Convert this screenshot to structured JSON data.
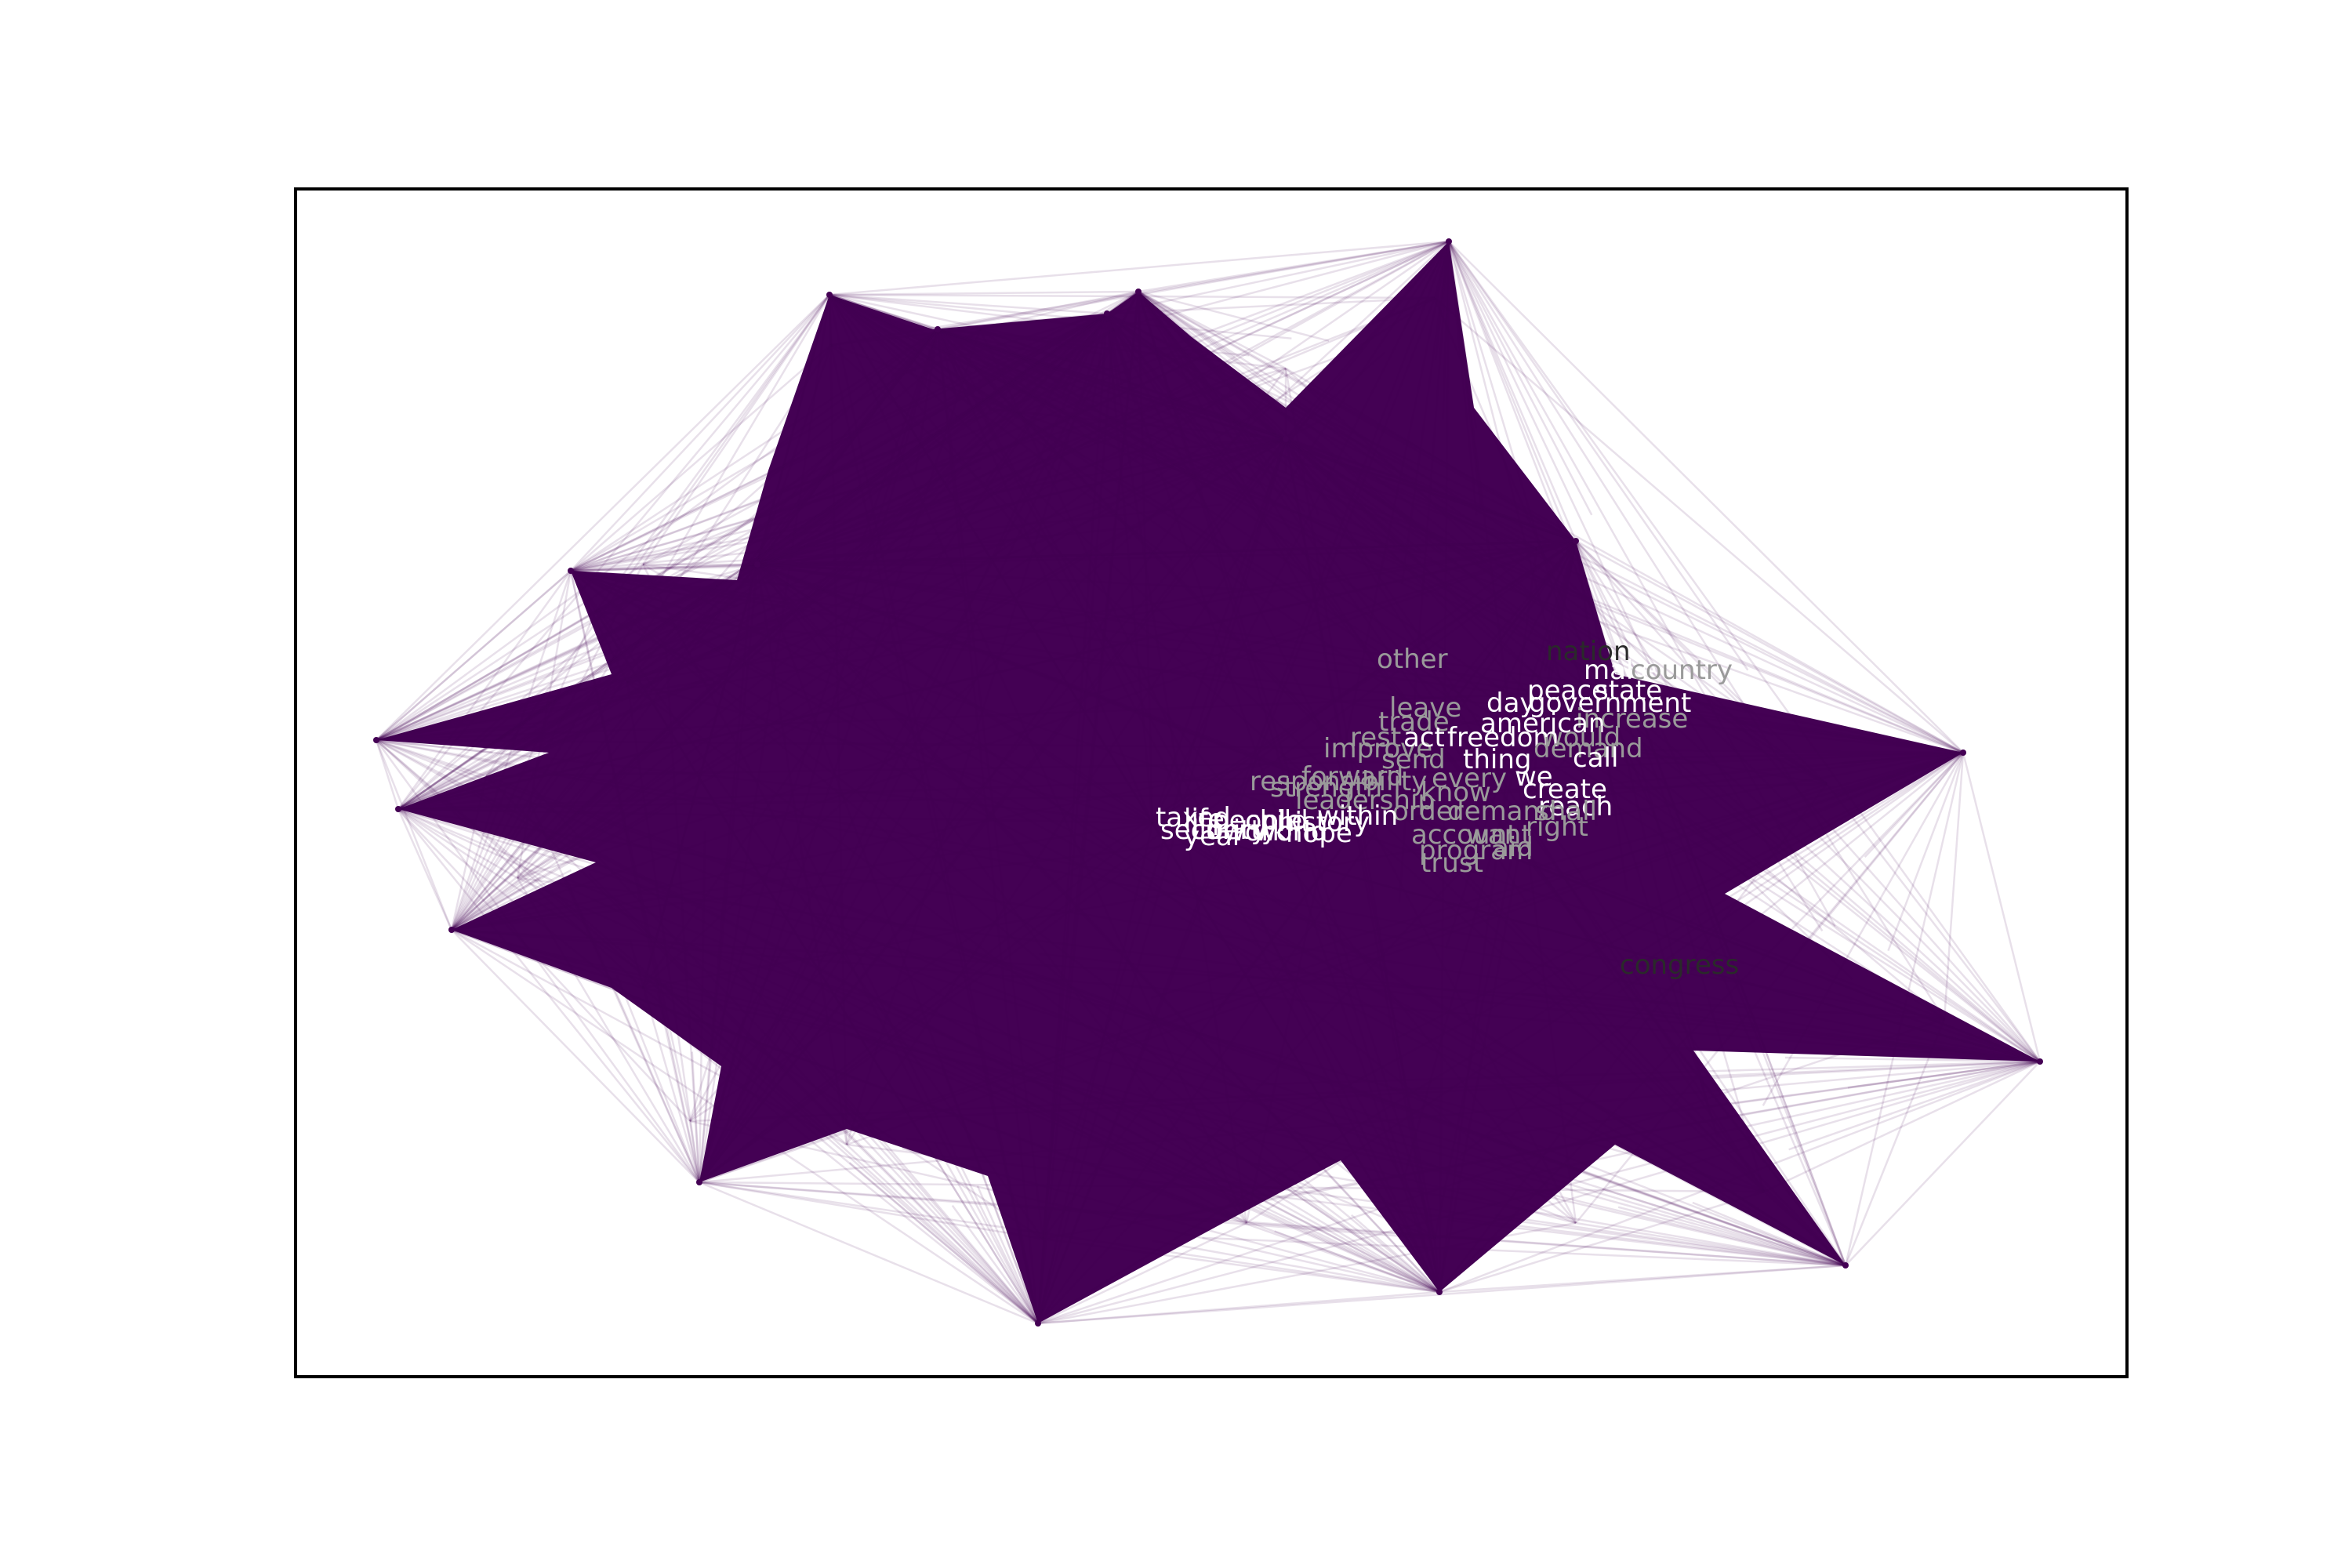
{
  "colors": {
    "edge": "#440154",
    "frame": "#000000",
    "background": "#ffffff",
    "label_light": "#ffffff",
    "label_mid": "#9a9a9a",
    "label_dark": "#2a2a2a"
  },
  "labels": {
    "upper_cluster": [
      {
        "text": "nation",
        "tone": "dark"
      },
      {
        "text": "other",
        "tone": "mid"
      },
      {
        "text": "make",
        "tone": "light"
      },
      {
        "text": "country",
        "tone": "mid"
      },
      {
        "text": "peace",
        "tone": "light"
      },
      {
        "text": "state",
        "tone": "light"
      },
      {
        "text": "leave",
        "tone": "mid"
      },
      {
        "text": "day",
        "tone": "light"
      },
      {
        "text": "government",
        "tone": "light"
      },
      {
        "text": "increase",
        "tone": "mid"
      },
      {
        "text": "trade",
        "tone": "mid"
      },
      {
        "text": "american",
        "tone": "light"
      },
      {
        "text": "would",
        "tone": "mid"
      },
      {
        "text": "improve",
        "tone": "mid"
      },
      {
        "text": "rest",
        "tone": "mid"
      },
      {
        "text": "act",
        "tone": "light"
      },
      {
        "text": "freedom",
        "tone": "light"
      },
      {
        "text": "demand",
        "tone": "mid"
      },
      {
        "text": "send",
        "tone": "mid"
      },
      {
        "text": "thing",
        "tone": "light"
      },
      {
        "text": "call",
        "tone": "light"
      },
      {
        "text": "responsibility",
        "tone": "mid"
      },
      {
        "text": "forward",
        "tone": "mid"
      },
      {
        "text": "every",
        "tone": "mid"
      },
      {
        "text": "we",
        "tone": "light"
      },
      {
        "text": "strength",
        "tone": "mid"
      },
      {
        "text": "leadership",
        "tone": "mid"
      },
      {
        "text": "know",
        "tone": "mid"
      },
      {
        "text": "create",
        "tone": "light"
      },
      {
        "text": "reach",
        "tone": "light"
      },
      {
        "text": "order",
        "tone": "mid"
      },
      {
        "text": "demand",
        "tone": "mid"
      },
      {
        "text": "shall",
        "tone": "mid"
      },
      {
        "text": "account",
        "tone": "mid"
      },
      {
        "text": "want",
        "tone": "mid"
      },
      {
        "text": "right",
        "tone": "mid"
      },
      {
        "text": "program",
        "tone": "mid"
      },
      {
        "text": "aid",
        "tone": "mid"
      },
      {
        "text": "trust",
        "tone": "mid"
      },
      {
        "text": "congress",
        "tone": "dark"
      }
    ],
    "center_cluster": [
      {
        "text": "within",
        "tone": "light"
      },
      {
        "text": "taxed",
        "tone": "light"
      },
      {
        "text": "life",
        "tone": "light"
      },
      {
        "text": "people",
        "tone": "light"
      },
      {
        "text": "child",
        "tone": "light"
      },
      {
        "text": "history",
        "tone": "light"
      },
      {
        "text": "security",
        "tone": "light"
      },
      {
        "text": "liberty",
        "tone": "light"
      },
      {
        "text": "work",
        "tone": "light"
      },
      {
        "text": "world",
        "tone": "light"
      },
      {
        "text": "hope",
        "tone": "light"
      },
      {
        "text": "year",
        "tone": "light"
      }
    ]
  }
}
